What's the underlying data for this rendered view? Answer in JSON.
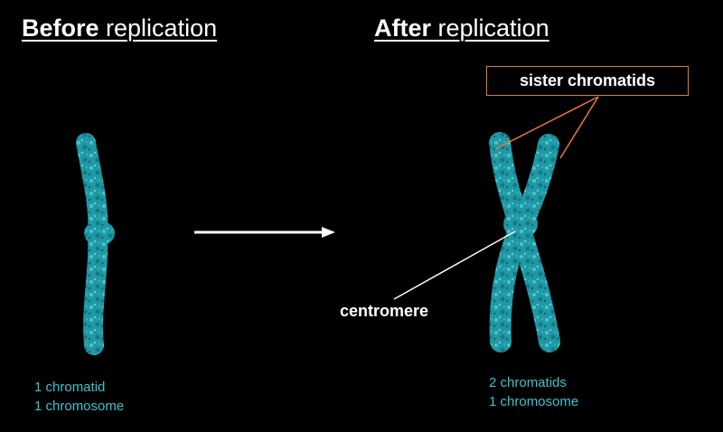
{
  "before": {
    "heading_bold": "Before",
    "heading_rest": " replication",
    "caption_line1": "1 chromatid",
    "caption_line2": "1 chromosome"
  },
  "after": {
    "heading_bold": "After",
    "heading_rest": " replication",
    "caption_line1": "2 chromatids",
    "caption_line2": "1 chromosome"
  },
  "labels": {
    "sister_chromatids": "sister chromatids",
    "centromere": "centromere"
  },
  "colors": {
    "background": "#000000",
    "chromatid": "#2aa7b3",
    "caption": "#3fc1cc",
    "callout_orange": "#e9793a",
    "text": "#ffffff"
  }
}
